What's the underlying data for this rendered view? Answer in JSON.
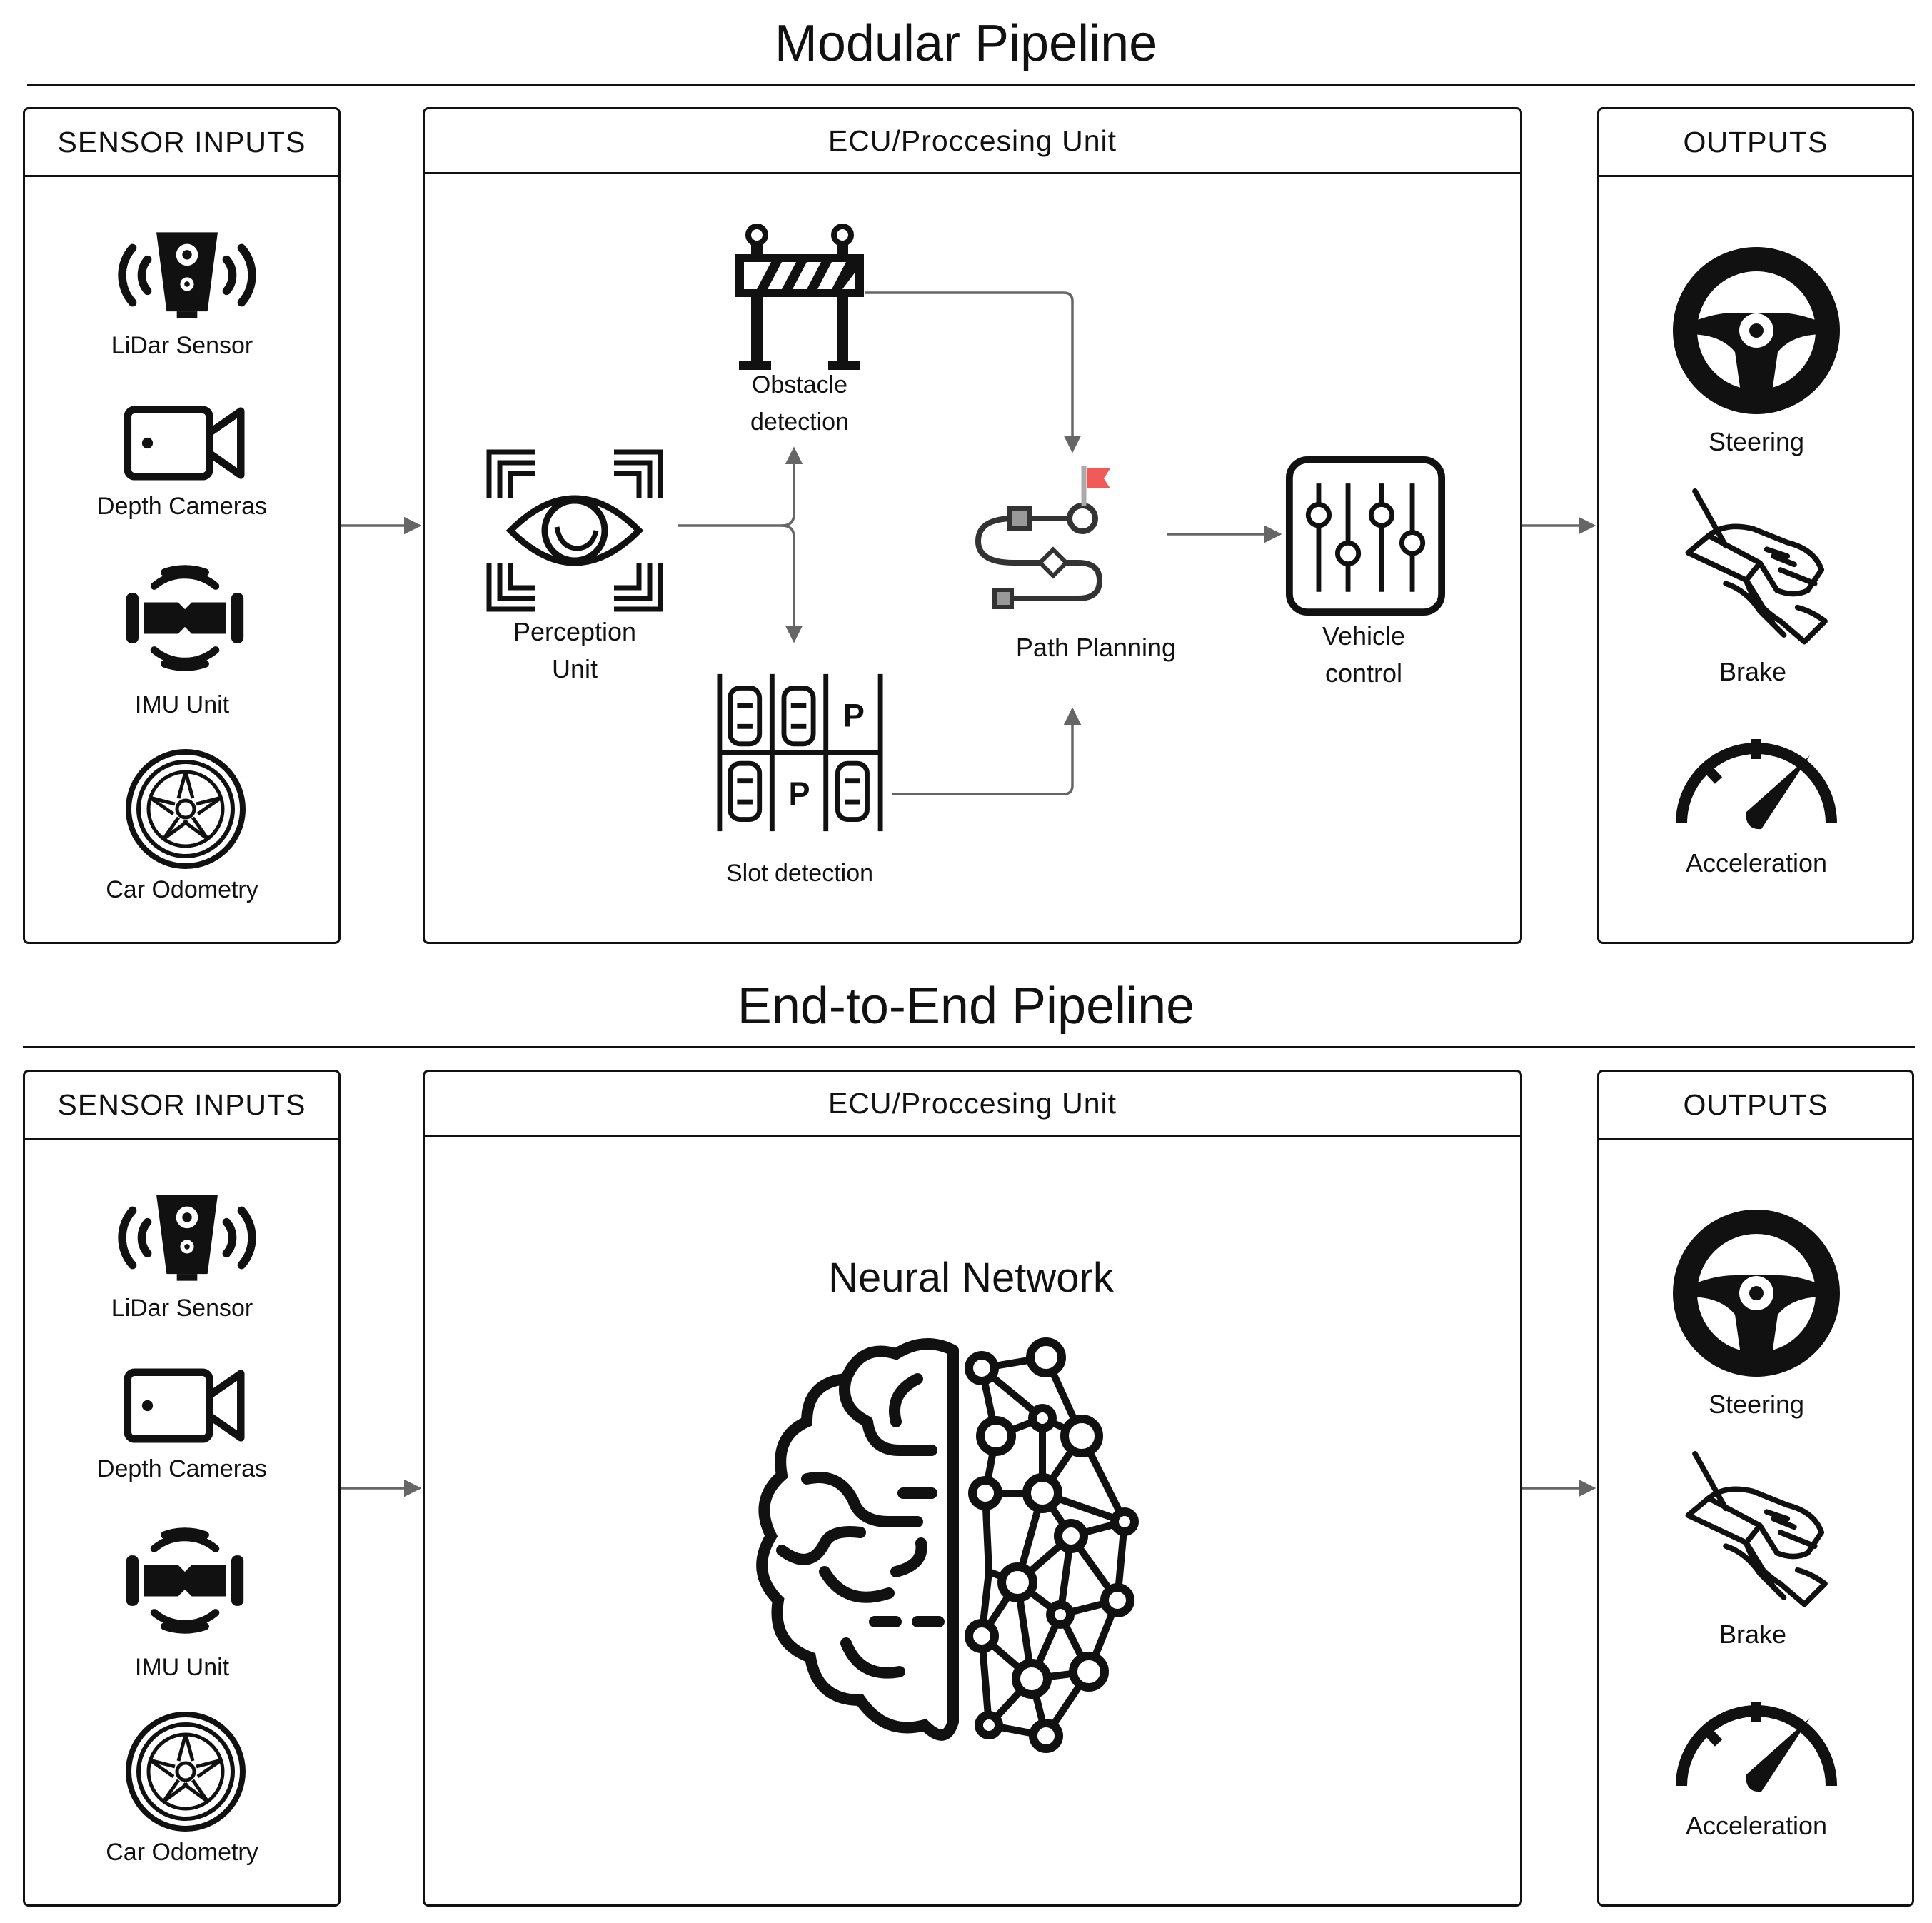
{
  "modular": {
    "title": "Modular Pipeline",
    "sensors": {
      "header": "SENSOR INPUTS",
      "items": [
        "LiDar Sensor",
        "Depth Cameras",
        "IMU Unit",
        "Car Odometry"
      ]
    },
    "ecu": {
      "header": "ECU/Proccesing Unit",
      "perception": [
        "Perception",
        "Unit"
      ],
      "obstacle": [
        "Obstacle",
        "detection"
      ],
      "slot": "Slot detection",
      "path": "Path Planning",
      "vehicle": [
        "Vehicle",
        "control"
      ]
    },
    "outputs": {
      "header": "OUTPUTS",
      "items": [
        "Steering",
        "Brake",
        "Acceleration"
      ]
    }
  },
  "e2e": {
    "title": "End-to-End Pipeline",
    "sensors": {
      "header": "SENSOR INPUTS",
      "items": [
        "LiDar Sensor",
        "Depth Cameras",
        "IMU Unit",
        "Car Odometry"
      ]
    },
    "ecu": {
      "header": "ECU/Proccesing Unit",
      "network": "Neural Network"
    },
    "outputs": {
      "header": "OUTPUTS",
      "items": [
        "Steering",
        "Brake",
        "Acceleration"
      ]
    }
  },
  "colors": {
    "ink": "#111111",
    "arrow": "#666666",
    "flag": "#f25a5a",
    "node_fill": "#999999"
  },
  "icons": [
    "lidar-icon",
    "camera-icon",
    "imu-icon",
    "wheel-icon",
    "perception-eye-icon",
    "barrier-icon",
    "parking-slot-icon",
    "path-route-icon",
    "flag-icon",
    "sliders-icon",
    "steering-wheel-icon",
    "brake-pedal-icon",
    "speedometer-icon",
    "brain-network-icon"
  ]
}
